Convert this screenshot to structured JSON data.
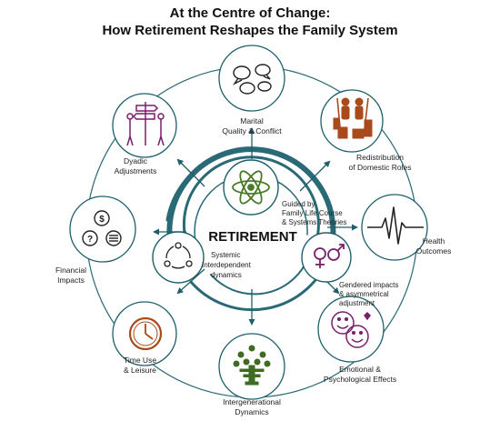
{
  "title": {
    "line1": "At the Centre of Change:",
    "line2": "How Retirement Reshapes the Family System"
  },
  "center": {
    "label": "RETIREMENT",
    "theory": [
      "Guided by",
      "Family Life Course",
      "& Systems Theories"
    ],
    "systemic": [
      "Systemic",
      "Interdependent",
      "dynamics"
    ],
    "gendered": [
      "Gendered impacts",
      "& asymmetrical",
      "adjustment"
    ]
  },
  "outcomes": {
    "marital": [
      "Marital",
      "Quality & Conflict"
    ],
    "domestic": [
      "Redistribution",
      "of Domestic Roles"
    ],
    "health": [
      "Health",
      "Outcomes"
    ],
    "emotional": [
      "Emotional &",
      "Psychological Effects"
    ],
    "intergen": [
      "Intergenerational",
      "Dynamics"
    ],
    "time": [
      "Time Use",
      "& Leisure"
    ],
    "financial": [
      "Financial",
      "Impacts"
    ],
    "dyadic": [
      "Dyadic",
      "Adjustments"
    ]
  },
  "icons": {
    "marital": "speech-bubbles-icon",
    "domestic": "household-chores-icon",
    "health": "heartbeat-icon",
    "emotional": "faces-icon",
    "intergen": "family-tree-icon",
    "time": "clock-icon",
    "financial": "money-question-icon",
    "dyadic": "couple-signpost-icon",
    "theory": "atom-icon",
    "systemic": "network-cycle-icon",
    "gendered": "gender-symbols-icon",
    "money_symbol": "$",
    "question_symbol": "?"
  },
  "colors": {
    "teal": "#1f5f6b",
    "green": "#4a7a2a",
    "brown": "#a84a1c",
    "purple": "#7a1f6b",
    "ring": "#2a6a76"
  }
}
